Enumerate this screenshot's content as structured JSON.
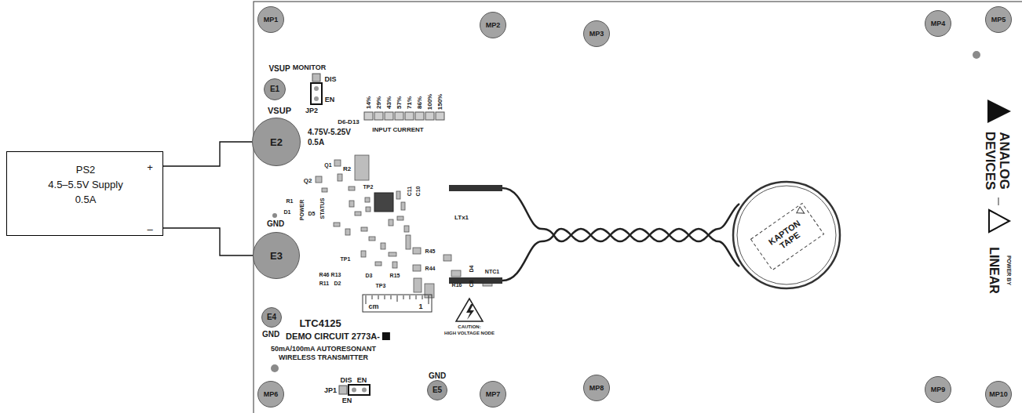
{
  "diagram": {
    "nodes": [
      {
        "text": [
          "MP1"
        ]
      },
      {
        "text": [
          "MP2"
        ]
      },
      {
        "text": [
          "MP3"
        ]
      },
      {
        "text": [
          "MP4"
        ]
      },
      {
        "text": [
          "MP5"
        ]
      },
      {
        "text": [
          "E1"
        ]
      },
      {
        "text": [
          "E2"
        ]
      },
      {
        "text": [
          "PS2",
          "4.5–5.5V Supply",
          "0.5A",
          "+",
          "–"
        ]
      },
      {
        "text": [
          "E3"
        ]
      },
      {
        "text": [
          "E4"
        ]
      },
      {
        "text": [
          "MP6"
        ]
      },
      {
        "text": [
          "E5"
        ]
      },
      {
        "text": [
          "MP7"
        ]
      },
      {
        "text": [
          "MP8"
        ]
      },
      {
        "text": [
          "MP9"
        ]
      },
      {
        "text": [
          "MP10"
        ]
      }
    ],
    "edges": [
      {
        "from": 7,
        "to": 6,
        "arrow": "none"
      },
      {
        "from": 7,
        "to": 8,
        "arrow": "none"
      }
    ],
    "labels": [
      "MONITOR",
      "DIS",
      "EN",
      "JP2",
      "VSUP",
      "VSUP",
      "4.75V-5.25V",
      "0.5A",
      "D6-D13",
      "14%",
      "29%",
      "43%",
      "57%",
      "71%",
      "86%",
      "100%",
      "150%",
      "INPUT CURRENT",
      "R2",
      "Q2",
      "Q1",
      "TP2",
      "R1",
      "D1",
      "POWER",
      "D5",
      "STATUS",
      "C11",
      "C10",
      "R46",
      "R11",
      "R13",
      "D2",
      "TP1",
      "D3",
      "TP3",
      "R15",
      "R45",
      "R44",
      "R16",
      "D4",
      "C8",
      "NTC1",
      "LTx1",
      "cm",
      "1",
      "CAUTION:",
      "HIGH VOLTAGE NODE",
      "GND",
      "LTC4125",
      "DEMO CIRCUIT 2773A-",
      "50mA/100mA AUTORESONANT",
      "WIRELESS TRANSMITTER",
      "GND",
      "GND",
      "JP1",
      "DIS",
      "EN",
      "EN",
      "KAPTON TAPE",
      "ANALOG DEVICES",
      "POWER BY",
      "LINEAR"
    ]
  }
}
